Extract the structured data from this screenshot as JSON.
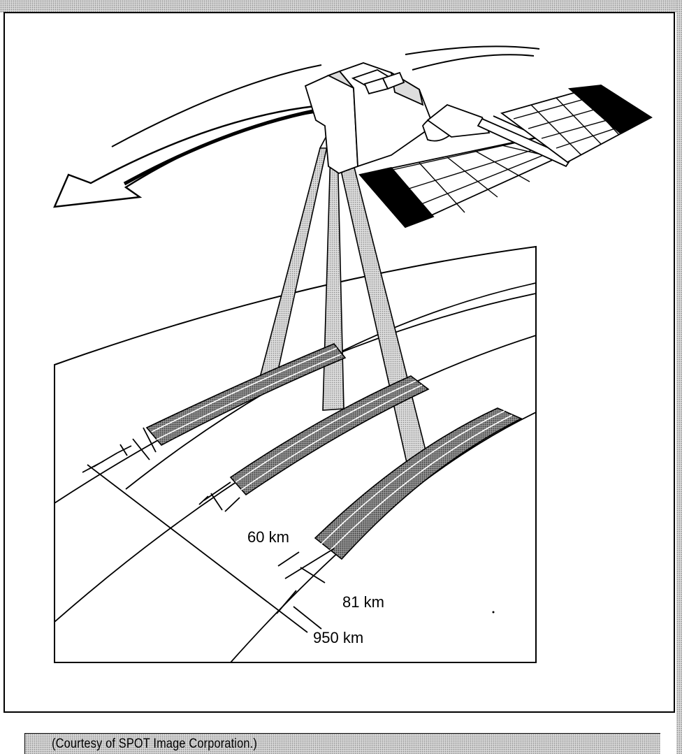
{
  "figure": {
    "labels": {
      "nadir_swath": "60 km",
      "dual_swath": "81 km",
      "viewing_range": "950 km"
    }
  },
  "caption": "(Courtesy of SPOT Image Corporation.)",
  "icons": [
    "satellite-icon",
    "orbit-direction-arrow"
  ],
  "colors": {
    "ink": "#000000",
    "paper": "#ffffff",
    "stipple_light": "#d6d6d6",
    "stipple_dark": "#8f8f8f"
  }
}
